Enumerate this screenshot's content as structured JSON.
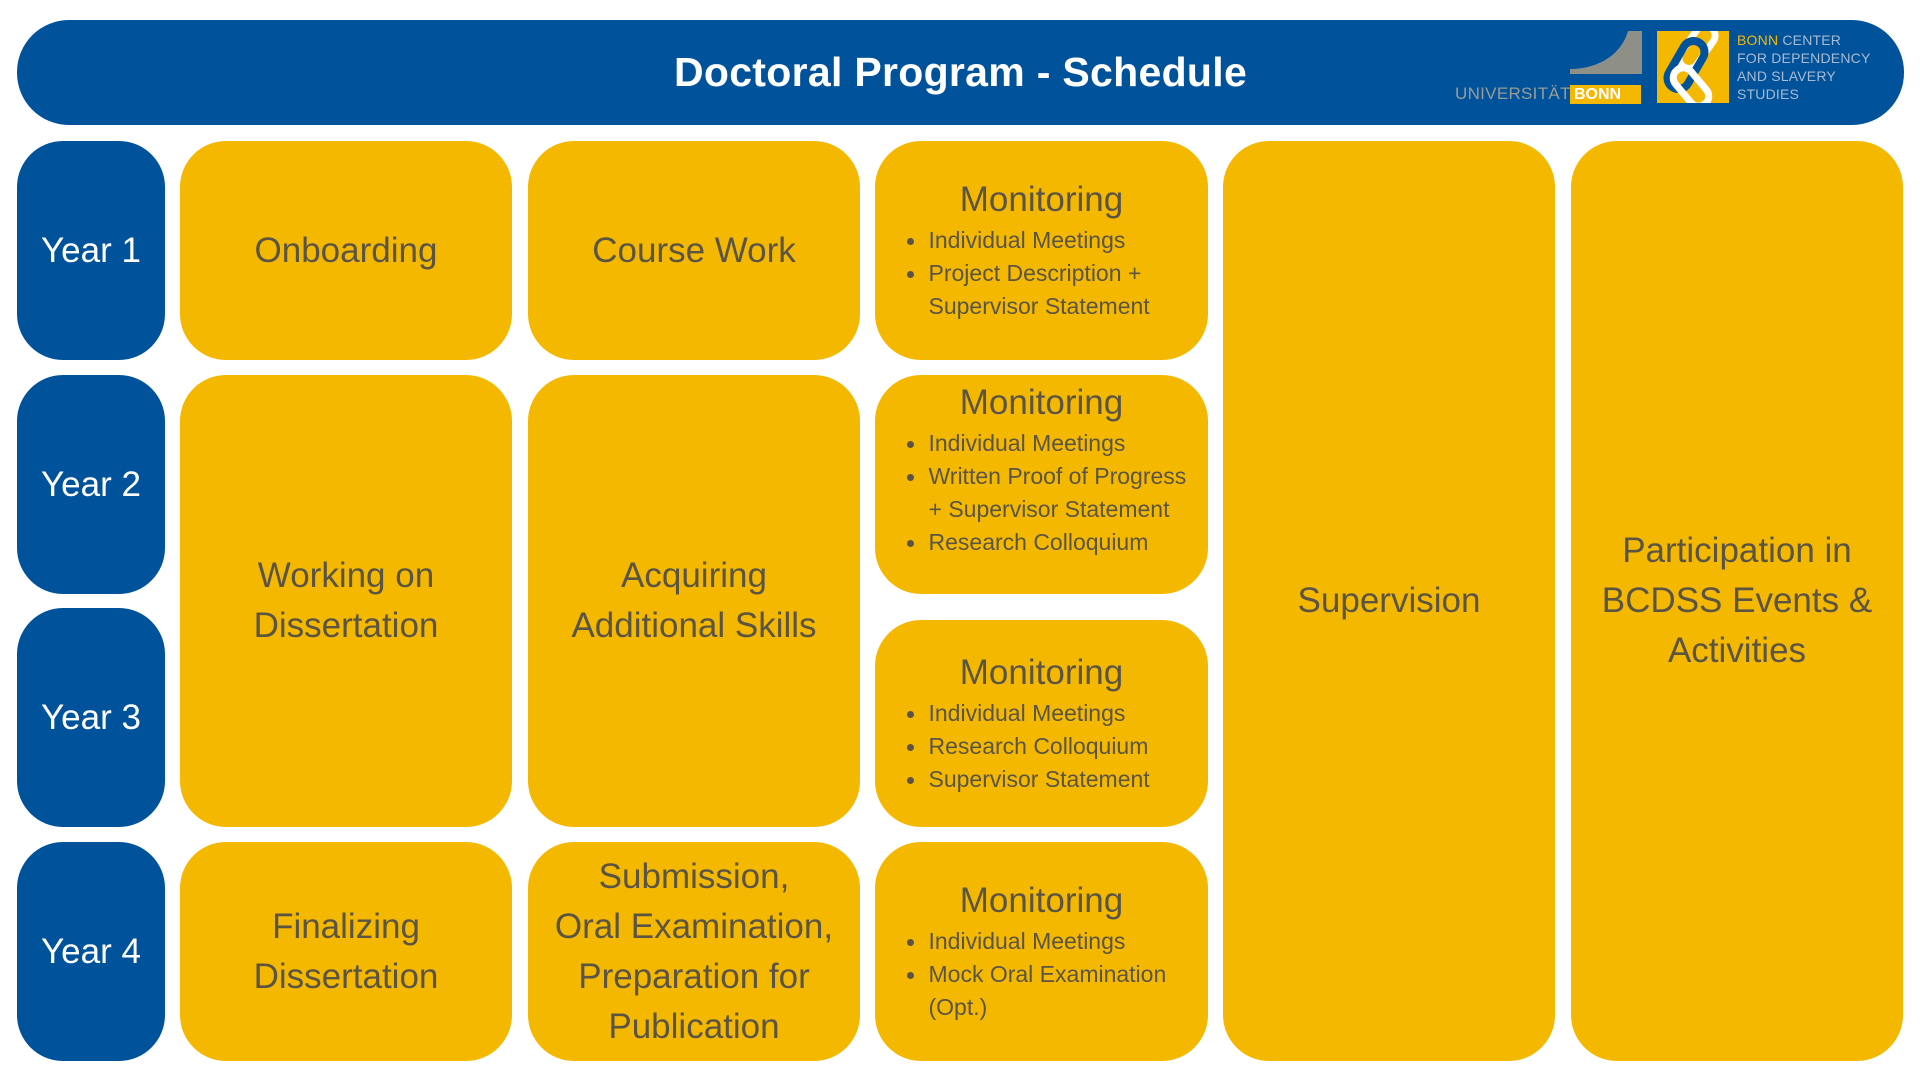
{
  "header": {
    "title": "Doctoral Program - Schedule",
    "logos": {
      "university": {
        "text": "UNIVERSITÄT",
        "highlight": "BONN"
      },
      "center": {
        "highlight": "BONN",
        "line1_rest": " CENTER",
        "line2": "FOR DEPENDENCY",
        "line3": "AND SLAVERY",
        "line4": "STUDIES"
      }
    }
  },
  "colors": {
    "blue": "#00529b",
    "yellow": "#f5b800",
    "text": "#5a5444",
    "white": "#ffffff"
  },
  "years": [
    {
      "label": "Year 1"
    },
    {
      "label": "Year 2"
    },
    {
      "label": "Year 3"
    },
    {
      "label": "Year 4"
    }
  ],
  "columns": {
    "research": [
      {
        "label": "Onboarding",
        "years": "Year 1"
      },
      {
        "label_lines": [
          "Working on",
          "Dissertation"
        ],
        "years": "Year 2-3"
      },
      {
        "label_lines": [
          "Finalizing",
          "Dissertation"
        ],
        "years": "Year 4"
      }
    ],
    "skills": [
      {
        "label": "Course Work",
        "years": "Year 1"
      },
      {
        "label_lines": [
          "Acquiring",
          "Additional Skills"
        ],
        "years": "Year 2-3"
      },
      {
        "label_lines": [
          "Submission,",
          "Oral Examination,",
          "Preparation for",
          "Publication"
        ],
        "years": "Year 4"
      }
    ],
    "monitoring": [
      {
        "title": "Monitoring",
        "items": [
          "Individual Meetings",
          "Project Description + Supervisor Statement"
        ]
      },
      {
        "title": "Monitoring",
        "items": [
          "Individual Meetings",
          "Written Proof of Progress + Supervisor Statement",
          "Research Colloquium"
        ]
      },
      {
        "title": "Monitoring",
        "items": [
          "Individual Meetings",
          "Research Colloquium",
          "Supervisor Statement"
        ]
      },
      {
        "title": "Monitoring",
        "items": [
          "Individual Meetings",
          "Mock Oral Examination (Opt.)"
        ]
      }
    ],
    "supervision": {
      "label": "Supervision"
    },
    "participation": {
      "label_lines": [
        "Participation in",
        "BCDSS Events &",
        "Activities"
      ]
    }
  }
}
